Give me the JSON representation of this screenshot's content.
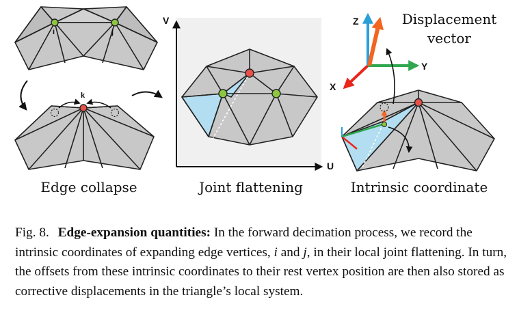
{
  "panels": {
    "left": {
      "label": "Edge collapse",
      "vertex_i": "i",
      "vertex_j": "j",
      "vertex_k": "k"
    },
    "middle": {
      "label": "Joint flattening",
      "axis_v": "V",
      "axis_u": "U"
    },
    "right": {
      "label": "Intrinsic coordinate",
      "axis_x": "X",
      "axis_y": "Y",
      "axis_z": "Z",
      "displacement_label_line1": "Displacement",
      "displacement_label_line2": "vector"
    }
  },
  "caption": {
    "fig_number": "Fig. 8.",
    "bold_lead": "Edge-expansion quantities:",
    "part1": " In the forward decimation process, we record the intrinsic coordinates of expanding edge vertices, ",
    "var_i": "i",
    "part2": " and ",
    "var_j": "j",
    "part3": ", in their local joint flattening. In turn, the offsets from these intrinsic coordinates to their rest vertex position are then also stored as corrective displacements in the triangle’s local system."
  },
  "colors": {
    "mesh_fill": "#c8c8c8",
    "mesh_dark": "#a8a8a8",
    "mesh_stroke": "#222222",
    "highlight_fill": "#b3ddf0",
    "green_vertex": "#8dc63f",
    "red_vertex": "#e8514a",
    "axis_x": "#e8261c",
    "axis_y": "#2fa84f",
    "axis_z": "#2b9fd8",
    "displacement": "#f26522",
    "panel_bg": "#f0f0f0"
  }
}
